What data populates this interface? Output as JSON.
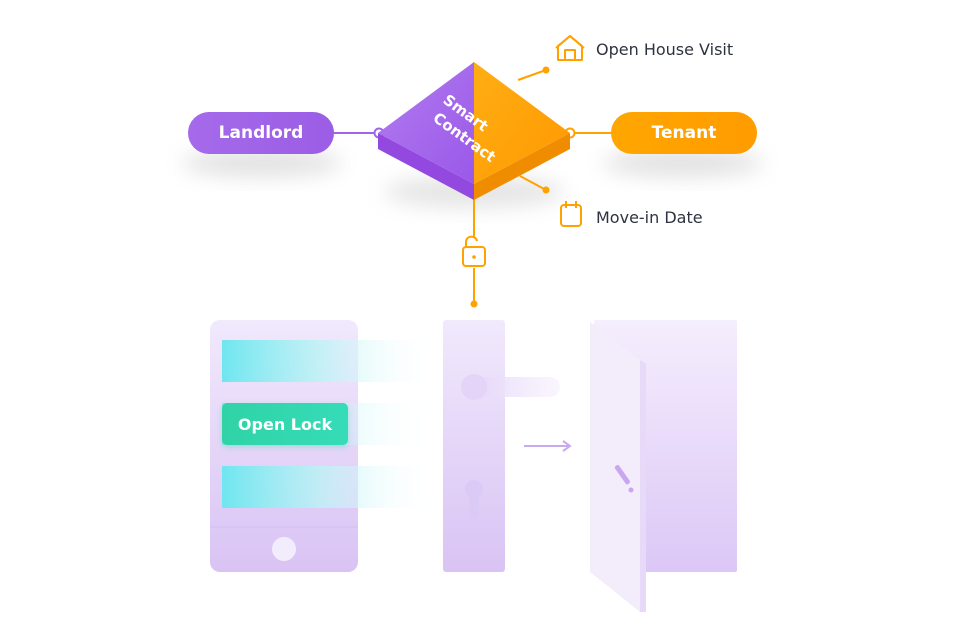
{
  "diagram": {
    "center_label_line1": "Smart",
    "center_label_line2": "Contract",
    "landlord_label": "Landlord",
    "tenant_label": "Tenant",
    "open_house_label": "Open House Visit",
    "move_in_label": "Move-in Date",
    "open_lock_label": "Open Lock",
    "icons": {
      "house": "house-icon",
      "calendar": "calendar-icon",
      "unlock": "unlocked-padlock-icon"
    },
    "colors": {
      "purple": "#a064e6",
      "orange": "#ffa200",
      "teal": "#2fd3a6",
      "lavender": "#ece2fb"
    }
  }
}
